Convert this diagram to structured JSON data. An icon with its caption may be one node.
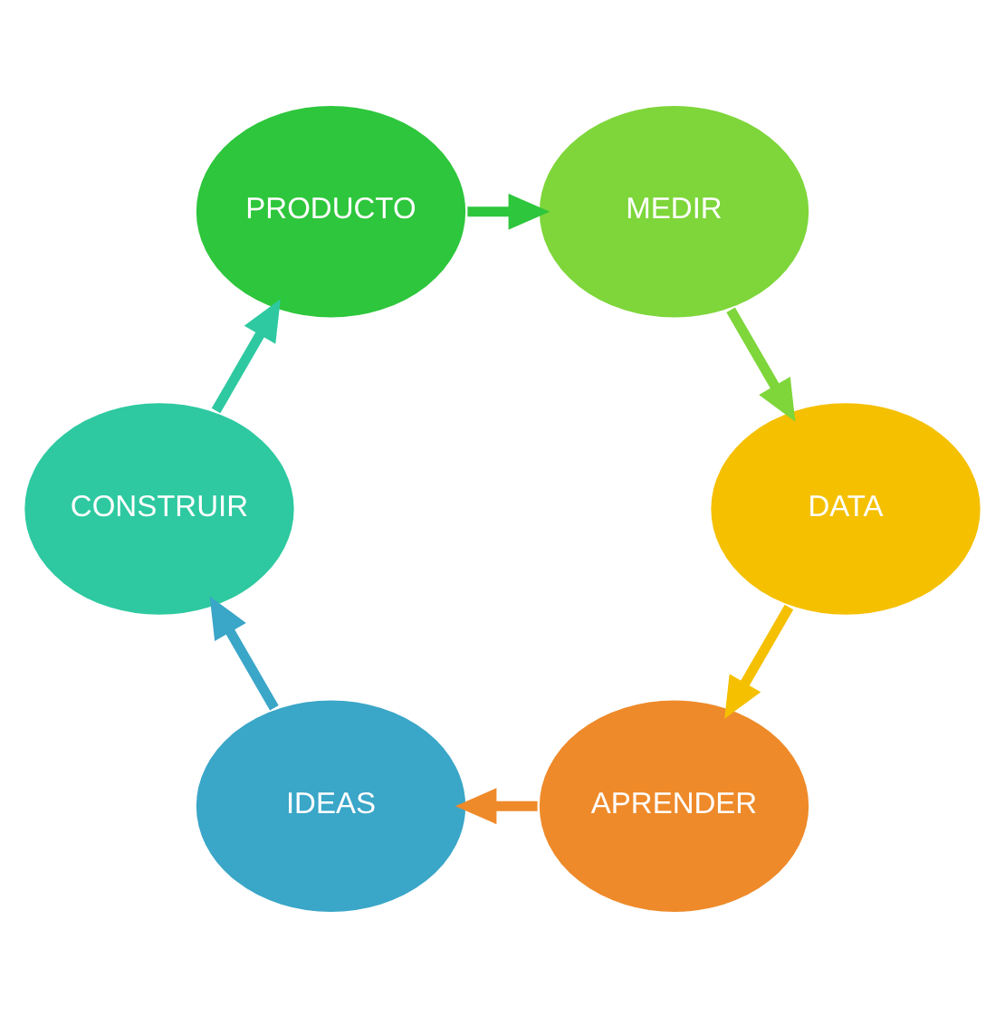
{
  "diagram": {
    "nodes": [
      {
        "text": [
          "IDEAS"
        ]
      },
      {
        "text": [
          "CONSTRUIR"
        ]
      },
      {
        "text": [
          "PRODUCTO"
        ]
      },
      {
        "text": [
          "MEDIR"
        ]
      },
      {
        "text": [
          "DATA"
        ]
      },
      {
        "text": [
          "APRENDER"
        ]
      }
    ],
    "edges": [
      {
        "from": 0,
        "to": 1,
        "arrow": "to",
        "color": "#3aa6c8"
      },
      {
        "from": 1,
        "to": 2,
        "arrow": "to",
        "color": "#2ec9a0"
      },
      {
        "from": 2,
        "to": 3,
        "arrow": "to",
        "color": "#2ec63c"
      },
      {
        "from": 3,
        "to": 4,
        "arrow": "to",
        "color": "#7ed63a"
      },
      {
        "from": 4,
        "to": 5,
        "arrow": "to",
        "color": "#f5c000"
      },
      {
        "from": 5,
        "to": 0,
        "arrow": "to",
        "color": "#ee8a2a"
      }
    ]
  }
}
